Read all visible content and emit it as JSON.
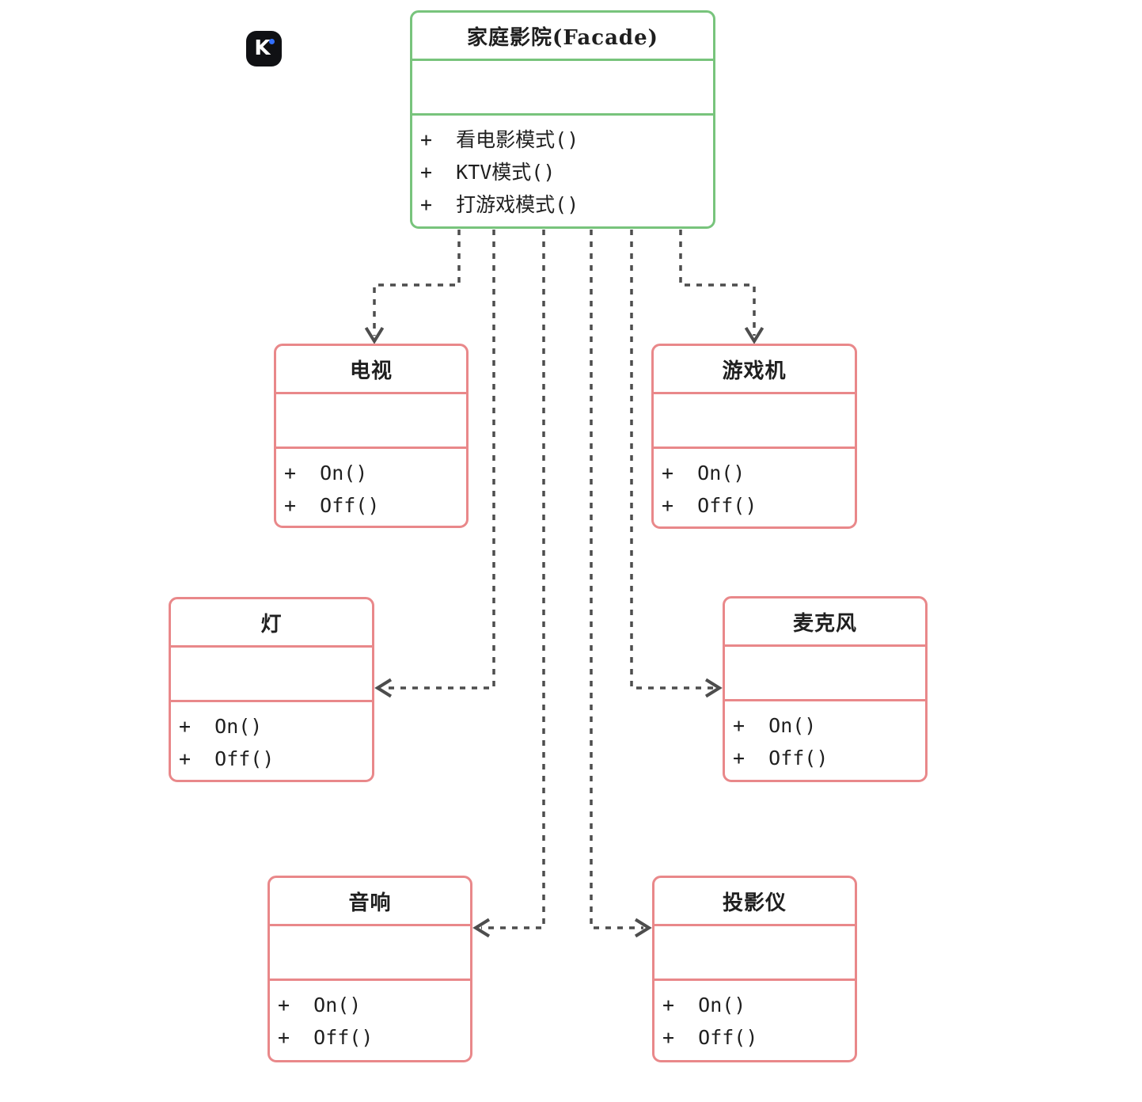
{
  "colors": {
    "facade_border": "#78c47c",
    "device_border": "#e9888a",
    "connector": "#4d4d4d",
    "text": "#1f1f1f",
    "background": "#ffffff",
    "logo_background": "#101114",
    "logo_dot": "#3370ff"
  },
  "logo": {
    "letter": "K"
  },
  "facade": {
    "title": "家庭影院(Facade)",
    "attributes": "",
    "methods": [
      "+  看电影模式()",
      "+  KTV模式()",
      "+  打游戏模式()"
    ]
  },
  "devices": {
    "tv": {
      "title": "电视",
      "attributes": "",
      "methods": [
        "+  On()",
        "+  Off()"
      ]
    },
    "game": {
      "title": "游戏机",
      "attributes": "",
      "methods": [
        "+  On()",
        "+  Off()"
      ]
    },
    "light": {
      "title": "灯",
      "attributes": "",
      "methods": [
        "+  On()",
        "+  Off()"
      ]
    },
    "microphone": {
      "title": "麦克风",
      "attributes": "",
      "methods": [
        "+  On()",
        "+  Off()"
      ]
    },
    "speaker": {
      "title": "音响",
      "attributes": "",
      "methods": [
        "+  On()",
        "+  Off()"
      ]
    },
    "projector": {
      "title": "投影仪",
      "attributes": "",
      "methods": [
        "+  On()",
        "+  Off()"
      ]
    }
  },
  "relations": [
    {
      "from": "家庭影院(Facade)",
      "to": "电视",
      "style": "dashed",
      "arrow": "open",
      "direction": "down"
    },
    {
      "from": "家庭影院(Facade)",
      "to": "灯",
      "style": "dashed",
      "arrow": "open",
      "direction": "left"
    },
    {
      "from": "家庭影院(Facade)",
      "to": "音响",
      "style": "dashed",
      "arrow": "open",
      "direction": "left"
    },
    {
      "from": "家庭影院(Facade)",
      "to": "投影仪",
      "style": "dashed",
      "arrow": "open",
      "direction": "right"
    },
    {
      "from": "家庭影院(Facade)",
      "to": "麦克风",
      "style": "dashed",
      "arrow": "open",
      "direction": "right"
    },
    {
      "from": "家庭影院(Facade)",
      "to": "游戏机",
      "style": "dashed",
      "arrow": "open",
      "direction": "down"
    }
  ]
}
